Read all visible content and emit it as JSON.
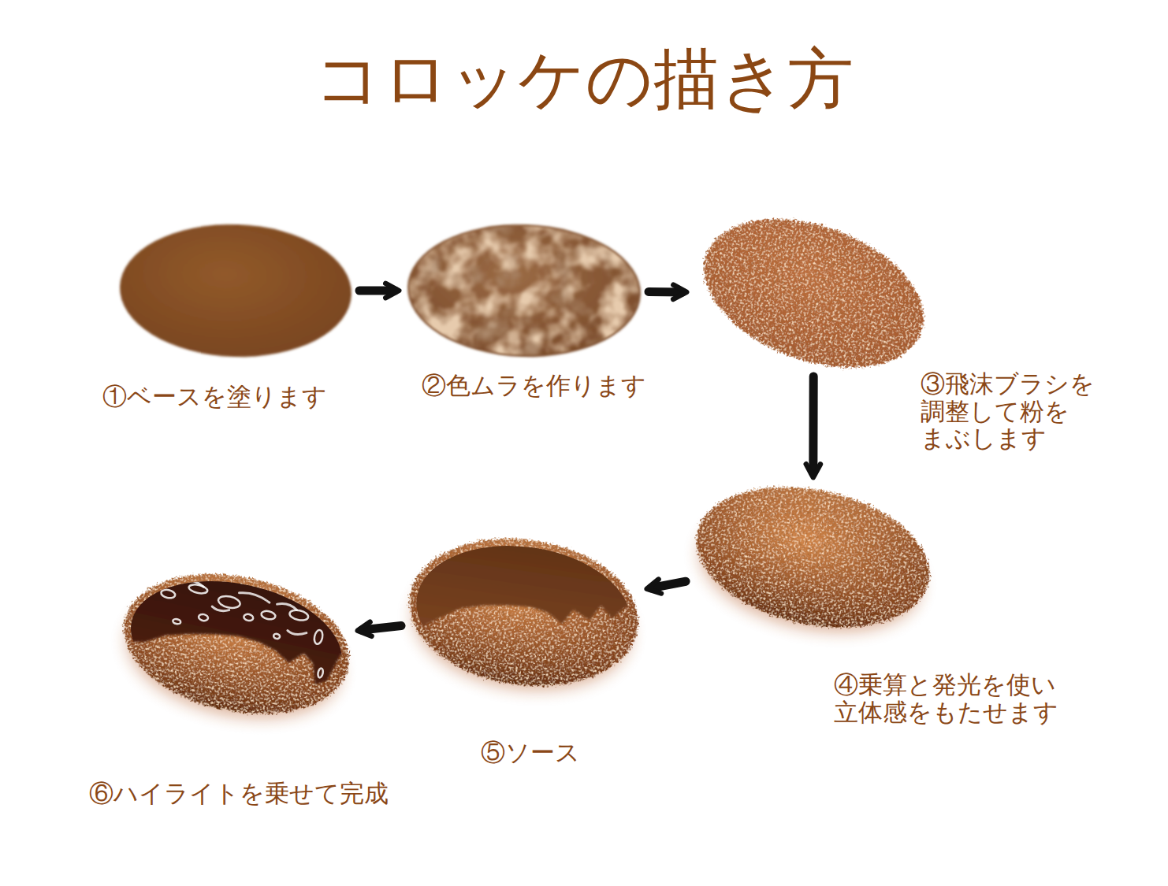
{
  "diagram": {
    "title": "コロッケの描き方",
    "nodes": [
      {
        "text": [
          "①ベースを塗ります"
        ]
      },
      {
        "text": [
          "②色ムラを作ります"
        ]
      },
      {
        "text": [
          "③飛沫ブラシを 調整して粉を まぶします"
        ]
      },
      {
        "text": [
          "④乗算と発光を使い 立体感をもたせます"
        ]
      },
      {
        "text": [
          "⑤ソース"
        ]
      },
      {
        "text": [
          "⑥ハイライトを乗せて完成"
        ]
      }
    ],
    "edges": [
      {
        "from": 0,
        "to": 1,
        "arrow": "to"
      },
      {
        "from": 1,
        "to": 2,
        "arrow": "to"
      },
      {
        "from": 2,
        "to": 3,
        "arrow": "to"
      },
      {
        "from": 3,
        "to": 4,
        "arrow": "to"
      },
      {
        "from": 4,
        "to": 5,
        "arrow": "to"
      }
    ]
  }
}
